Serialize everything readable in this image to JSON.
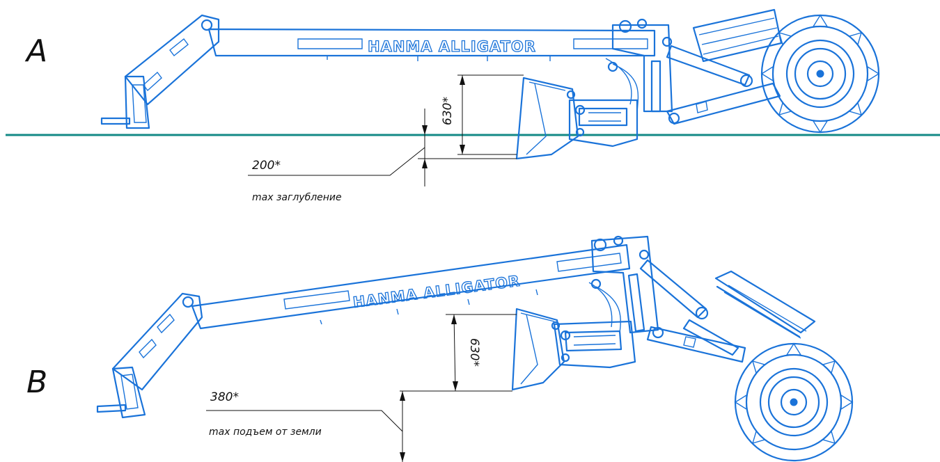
{
  "colors": {
    "machine": "#1a73d9",
    "ground_line": "#148a86",
    "dimension": "#111111",
    "background": "#ffffff"
  },
  "view_a": {
    "label": "A",
    "brand": "HANMA ALLIGATOR",
    "dim_depth": "630*",
    "dim_offset": "200*",
    "note": "max заглубление"
  },
  "view_b": {
    "label": "B",
    "brand": "HANMA ALLIGATOR",
    "dim_depth": "630*",
    "dim_offset": "380*",
    "note": "max подъем от земли"
  }
}
